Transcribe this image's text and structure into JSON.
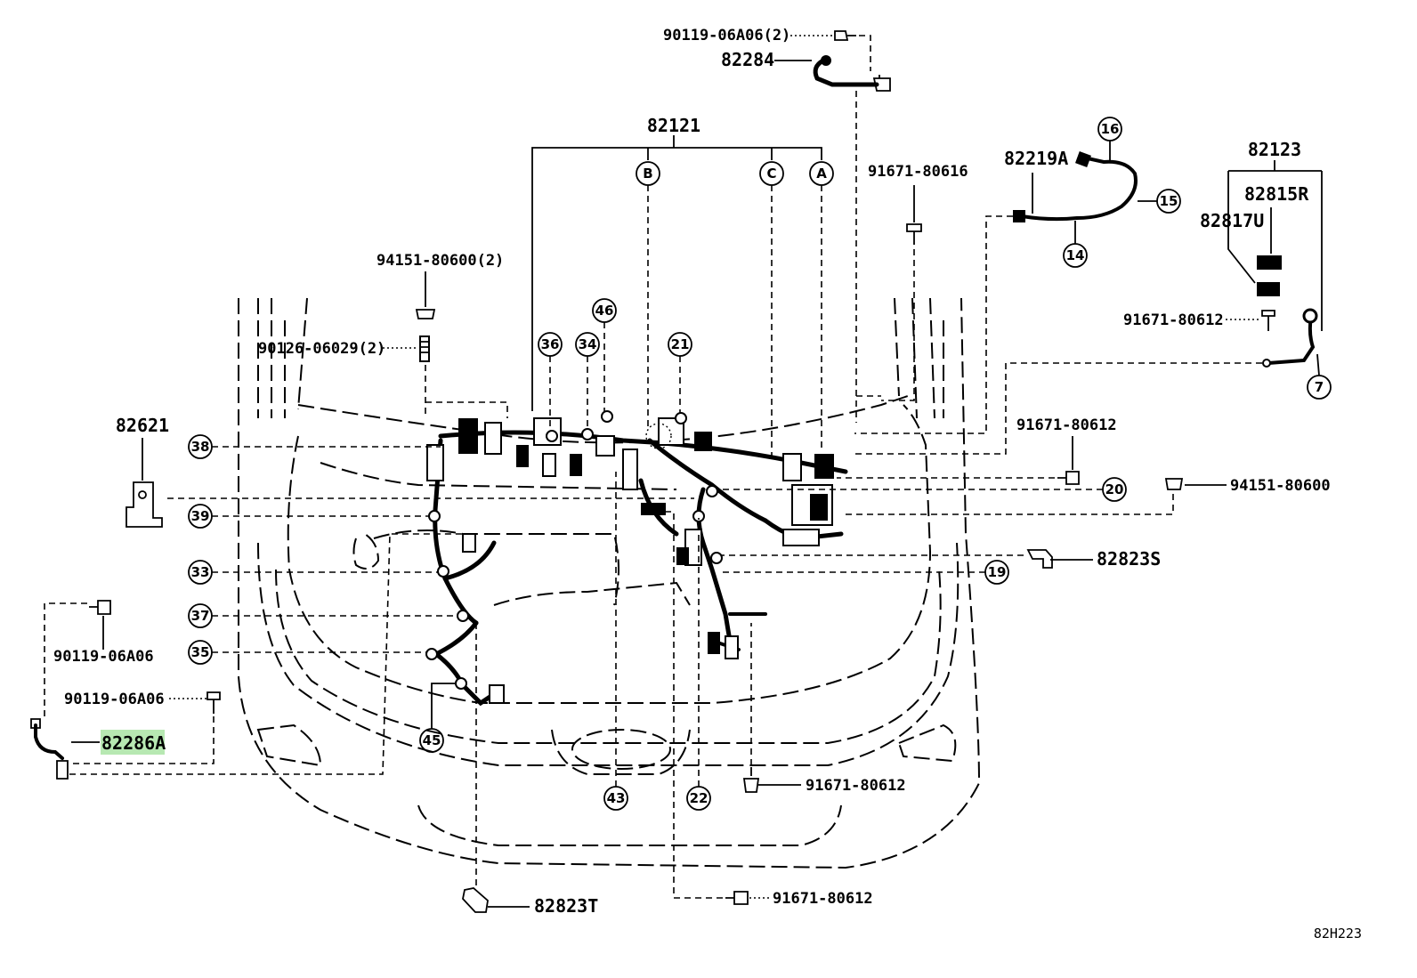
{
  "diagram_id": "82H223",
  "parts": {
    "p82121": "82121",
    "p82284": "82284",
    "p90119_top": "90119-06A06(2)",
    "p82219A": "82219A",
    "p82123": "82123",
    "p82815R": "82815R",
    "p82817U": "82817U",
    "p91671_80616": "91671-80616",
    "p94151_80600_2": "94151-80600(2)",
    "p90126": "90126-06029(2)",
    "p82621": "82621",
    "p91671_80612_right": "91671-80612",
    "p91671_80612_mid": "91671-80612",
    "p94151_80600": "94151-80600",
    "p82823S": "82823S",
    "p90119_left1": "90119-06A06",
    "p90119_left2": "90119-06A06",
    "p82286A": "82286A",
    "p91671_80612_low": "91671-80612",
    "p82823T": "82823T",
    "p91671_80612_bottom": "91671-80612"
  },
  "connectors": {
    "c16": "16",
    "c15": "15",
    "c14": "14",
    "c7": "7",
    "c46": "46",
    "c36": "36",
    "c34": "34",
    "c21": "21",
    "c38": "38",
    "c39": "39",
    "c33": "33",
    "c37": "37",
    "c35": "35",
    "c45": "45",
    "c43": "43",
    "c22": "22",
    "c20": "20",
    "c19": "19"
  },
  "branch_refs": {
    "a": "A",
    "b": "B",
    "c": "C"
  },
  "highlight_color": "#b7e8b2"
}
